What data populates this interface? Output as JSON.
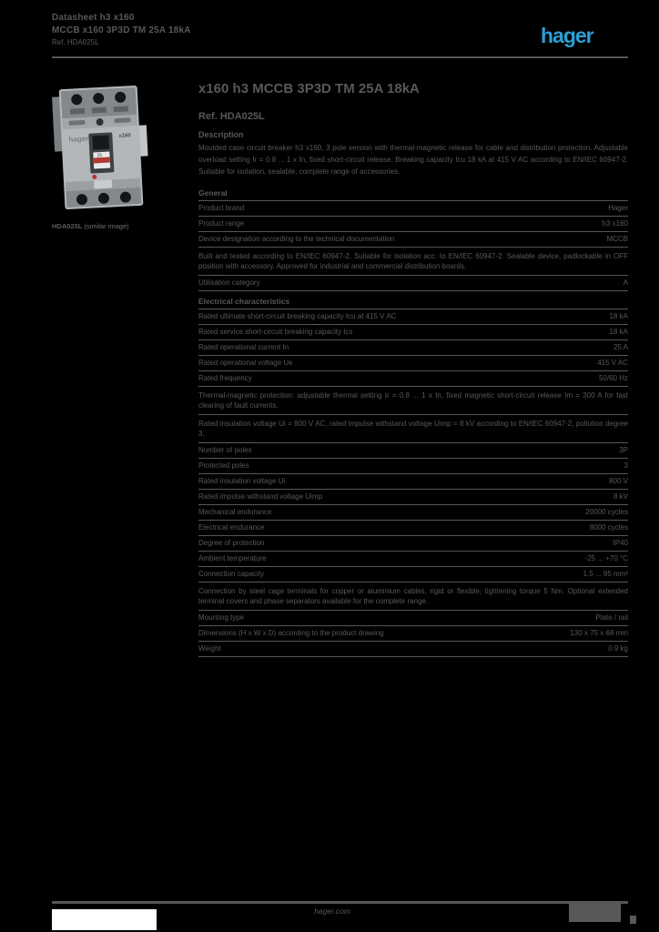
{
  "page": {
    "background": "#000000",
    "text_color": "#56585a",
    "accent_blue": "#2ba0d5"
  },
  "header": {
    "line1": "Datasheet h3 x160",
    "line2": "MCCB x160 3P3D TM 25A 18kA",
    "line3": "Ref. HDA025L",
    "logo": "hager"
  },
  "product": {
    "title": "x160 h3 MCCB 3P3D TM 25A 18kA",
    "reference": "Ref. HDA025L",
    "description_heading": "Description",
    "description": "Moulded case circuit breaker h3 x160, 3 pole version with thermal-magnetic release for cable and distribution protection. Adjustable overload setting Ir = 0.8 ... 1 x In, fixed short-circuit release. Breaking capacity Icu 18 kA at 415 V AC according to EN/IEC 60947-2. Suitable for isolation, sealable, complete range of accessories.",
    "caption_ref": "HDA025L",
    "caption_note": "(similar image)",
    "device_logo": "hager",
    "device_model": "x160",
    "device_rating": "25"
  },
  "spec": {
    "items": [
      {
        "t": "h",
        "label": "General"
      },
      {
        "t": "r",
        "label": "Product brand",
        "value": "Hager"
      },
      {
        "t": "r",
        "label": "Product range",
        "value": "h3 x160"
      },
      {
        "t": "r",
        "label": "Device designation according to the technical documentation",
        "value": "MCCB"
      },
      {
        "t": "p",
        "text": "Built and tested according to EN/IEC 60947-2. Suitable for isolation acc. to EN/IEC 60947-2. Sealable device, padlockable in OFF position with accessory. Approved for industrial and commercial distribution boards."
      },
      {
        "t": "r",
        "label": "Utilisation category",
        "value": "A"
      },
      {
        "t": "h",
        "label": "Electrical characteristics"
      },
      {
        "t": "r",
        "label": "Rated ultimate short-circuit breaking capacity Icu at 415 V AC",
        "value": "18 kA"
      },
      {
        "t": "r",
        "label": "Rated service short-circuit breaking capacity Ics",
        "value": "18 kA"
      },
      {
        "t": "r",
        "label": "Rated operational current In",
        "value": "25 A"
      },
      {
        "t": "r",
        "label": "Rated operational voltage Ue",
        "value": "415 V AC"
      },
      {
        "t": "r",
        "label": "Rated frequency",
        "value": "50/60 Hz"
      },
      {
        "t": "p",
        "text": "Thermal-magnetic protection: adjustable thermal setting Ir = 0.8 ... 1 x In, fixed magnetic short-circuit release Im = 300 A for fast clearing of fault currents."
      },
      {
        "t": "p",
        "text": "Rated insulation voltage Ui = 800 V AC, rated impulse withstand voltage Uimp = 8 kV according to EN/IEC 60947-2, pollution degree 3."
      },
      {
        "t": "r",
        "label": "Number of poles",
        "value": "3P"
      },
      {
        "t": "r",
        "label": "Protected poles",
        "value": "3"
      },
      {
        "t": "r",
        "label": "Rated insulation voltage Ui",
        "value": "800 V"
      },
      {
        "t": "r",
        "label": "Rated impulse withstand voltage Uimp",
        "value": "8 kV"
      },
      {
        "t": "r",
        "label": "Mechanical endurance",
        "value": "20000 cycles"
      },
      {
        "t": "r",
        "label": "Electrical endurance",
        "value": "8000 cycles"
      },
      {
        "t": "r",
        "label": "Degree of protection",
        "value": "IP40"
      },
      {
        "t": "r",
        "label": "Ambient temperature",
        "value": "-25 ... +70 °C"
      },
      {
        "t": "r",
        "label": "Connection capacity",
        "value": "1.5 ... 95 mm²"
      },
      {
        "t": "p",
        "text": "Connection by steel cage terminals for copper or aluminium cables, rigid or flexible, tightening torque 5 Nm. Optional extended terminal covers and phase separators available for the complete range."
      },
      {
        "t": "r",
        "label": "Mounting type",
        "value": "Plate / rail"
      },
      {
        "t": "r",
        "label": "Dimensions (H x W x D) according to the product drawing",
        "value": "130 x 75 x 68 mm"
      },
      {
        "t": "r",
        "label": "Weight",
        "value": "0.9 kg"
      }
    ]
  },
  "footer": {
    "website": "hager.com"
  }
}
